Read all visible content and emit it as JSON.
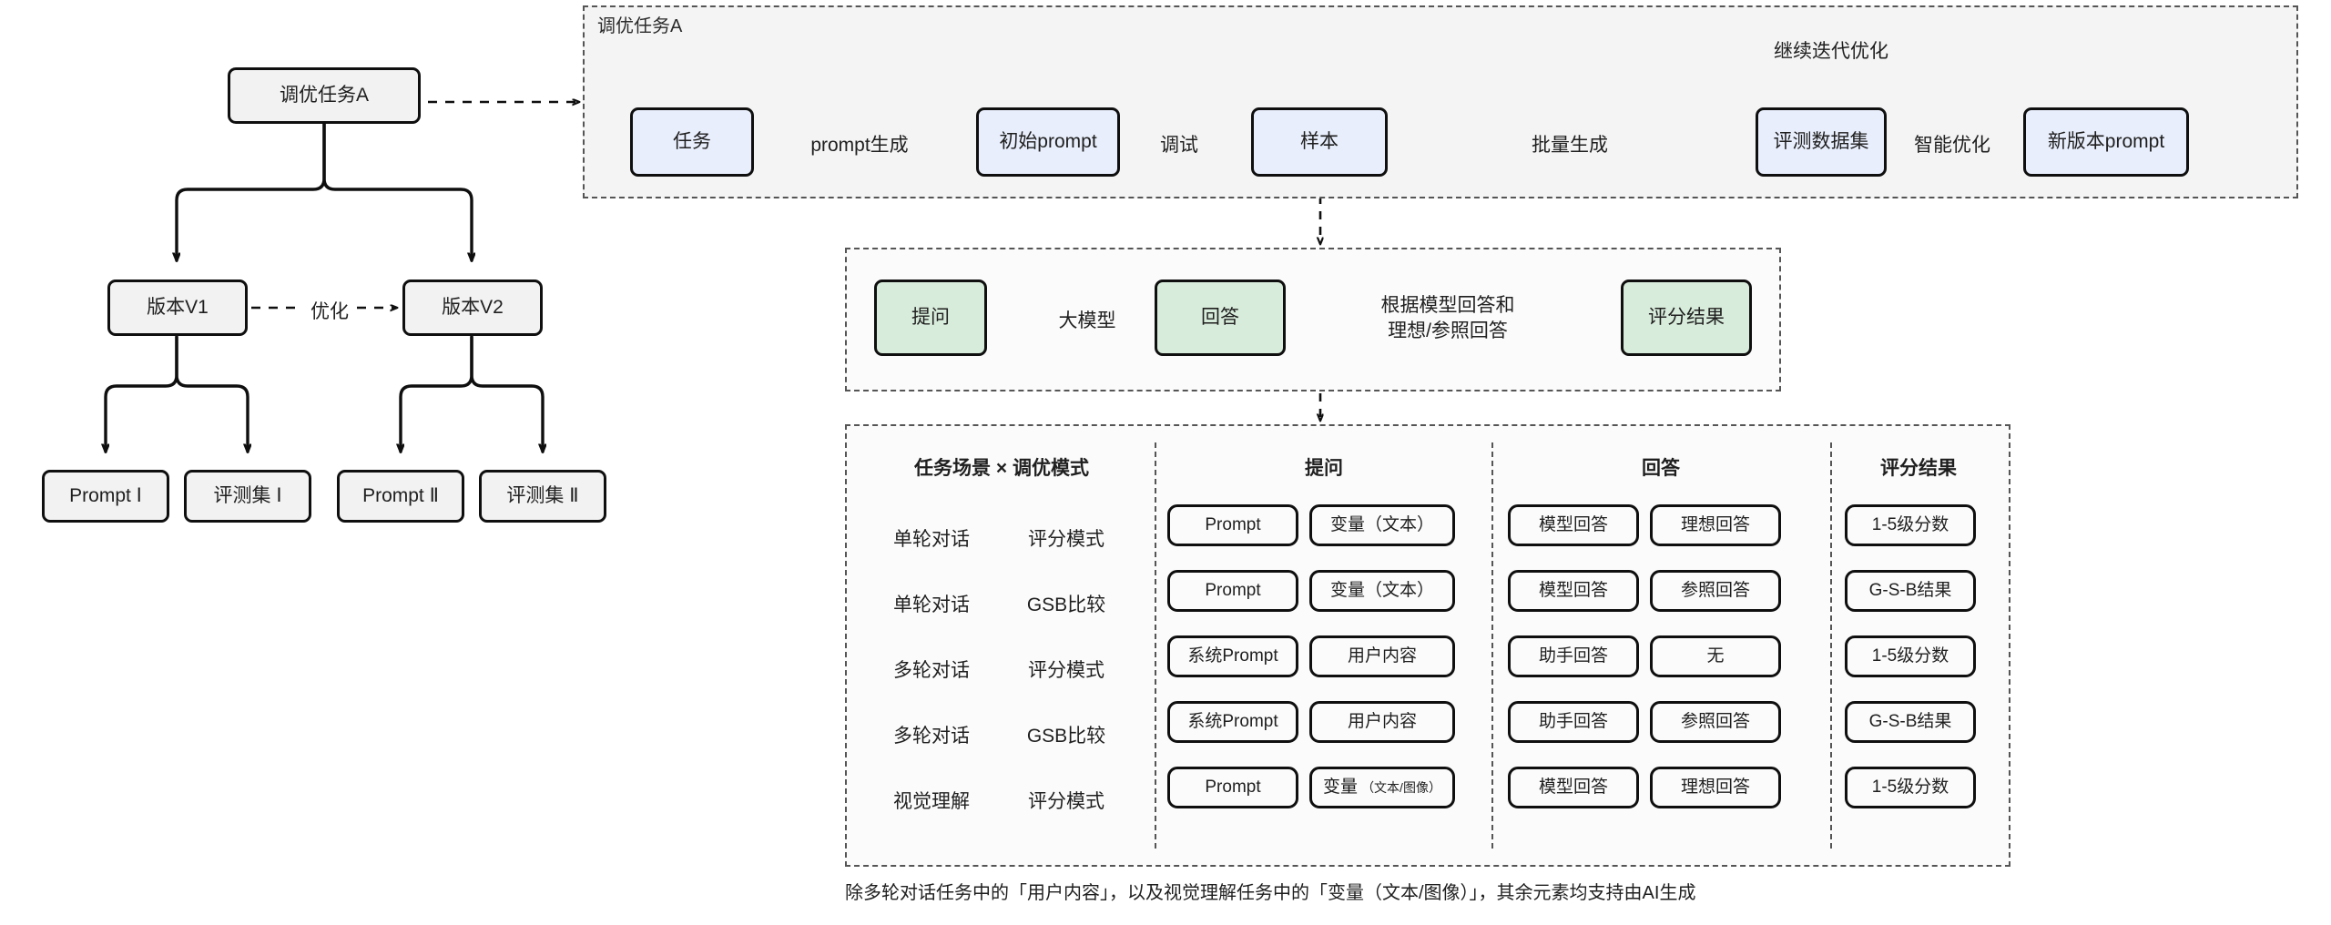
{
  "left_tree": {
    "root": "调优任务A",
    "versions": [
      {
        "label": "版本V1"
      },
      {
        "label": "版本V2"
      }
    ],
    "edge_label": "优化",
    "leaves": [
      {
        "label": "Prompt Ⅰ"
      },
      {
        "label": "评测集 Ⅰ"
      },
      {
        "label": "Prompt Ⅱ"
      },
      {
        "label": "评测集 Ⅱ"
      }
    ]
  },
  "pipeline": {
    "container_label": "调优任务A",
    "loop_label": "继续迭代优化",
    "nodes": [
      {
        "label": "任务"
      },
      {
        "label": "初始prompt"
      },
      {
        "label": "样本"
      },
      {
        "label": "评测数据集"
      },
      {
        "label": "新版本prompt"
      }
    ],
    "edges": [
      {
        "label": "prompt生成"
      },
      {
        "label": "调试"
      },
      {
        "label": "批量生成"
      },
      {
        "label": "智能优化"
      }
    ]
  },
  "eval_flow": {
    "nodes": [
      {
        "label": "提问"
      },
      {
        "label": "回答"
      },
      {
        "label": "评分结果"
      }
    ],
    "edges": [
      {
        "label": "大模型"
      },
      {
        "label": "根据模型回答和\n理想/参照回答"
      }
    ]
  },
  "matrix": {
    "headers": {
      "scenario": "任务场景 × 调优模式",
      "question": "提问",
      "answer": "回答",
      "score": "评分结果"
    },
    "rows": [
      {
        "scenario": "单轮对话",
        "mode": "评分模式",
        "question": [
          "Prompt",
          "变量（文本）"
        ],
        "question_small": [
          null,
          null
        ],
        "answer": [
          "模型回答",
          "理想回答"
        ],
        "score": "1-5级分数"
      },
      {
        "scenario": "单轮对话",
        "mode": "GSB比较",
        "question": [
          "Prompt",
          "变量（文本）"
        ],
        "question_small": [
          null,
          null
        ],
        "answer": [
          "模型回答",
          "参照回答"
        ],
        "score": "G-S-B结果"
      },
      {
        "scenario": "多轮对话",
        "mode": "评分模式",
        "question": [
          "系统Prompt",
          "用户内容"
        ],
        "question_small": [
          null,
          null
        ],
        "answer": [
          "助手回答",
          "无"
        ],
        "score": "1-5级分数"
      },
      {
        "scenario": "多轮对话",
        "mode": "GSB比较",
        "question": [
          "系统Prompt",
          "用户内容"
        ],
        "question_small": [
          null,
          null
        ],
        "answer": [
          "助手回答",
          "参照回答"
        ],
        "score": "G-S-B结果"
      },
      {
        "scenario": "视觉理解",
        "mode": "评分模式",
        "question": [
          "Prompt",
          "变量"
        ],
        "question_small": [
          null,
          "（文本/图像）"
        ],
        "answer": [
          "模型回答",
          "理想回答"
        ],
        "score": "1-5级分数"
      }
    ],
    "footnote": "除多轮对话任务中的「用户内容」，以及视觉理解任务中的「变量（文本/图像）」，其余元素均支持由AI生成"
  },
  "colors": {
    "blue_fill": "#e8eefc",
    "green_fill": "#d8ecdb",
    "grey_fill": "#f2f2f2",
    "stroke": "#0f0f0f",
    "dashed": "#555555"
  }
}
